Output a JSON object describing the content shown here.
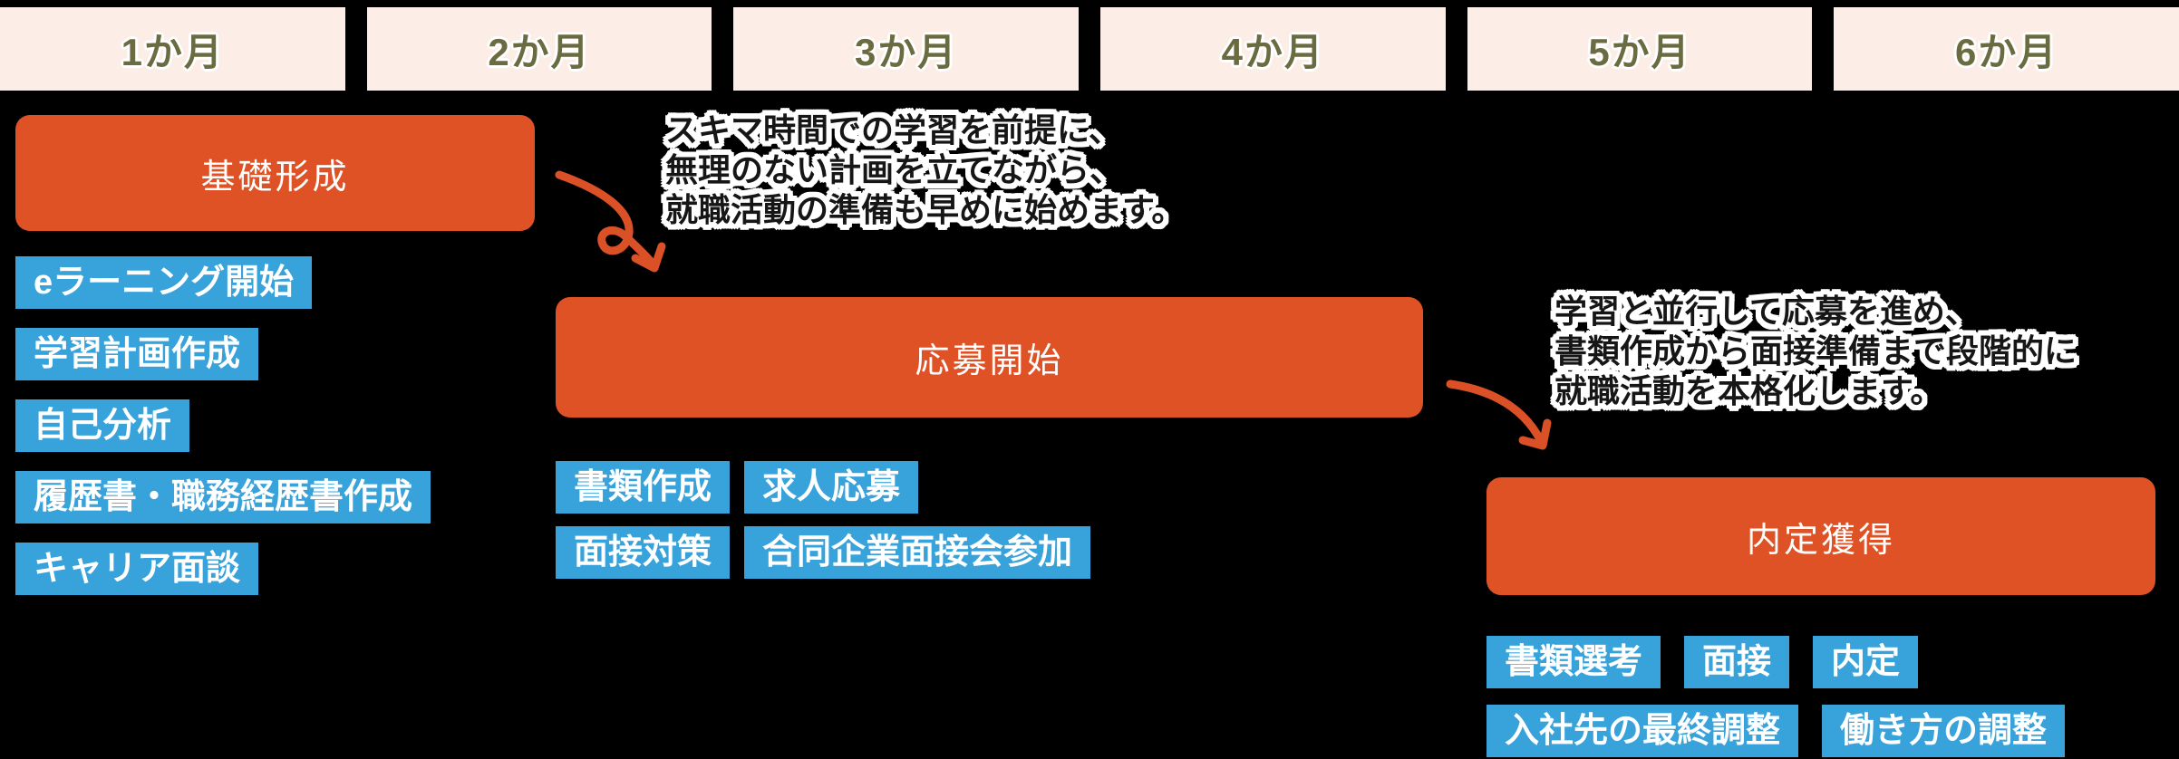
{
  "months": [
    "1か月",
    "2か月",
    "3か月",
    "4か月",
    "5か月",
    "6か月"
  ],
  "phases": [
    {
      "title": "基礎形成",
      "tags": [
        "eラーニング開始",
        "学習計画作成",
        "自己分析",
        "履歴書・職務経歴書作成",
        "キャリア面談"
      ]
    },
    {
      "title": "応募開始",
      "tags": [
        "書類作成",
        "求人応募",
        "面接対策",
        "合同企業面接会参加"
      ]
    },
    {
      "title": "内定獲得",
      "tags": [
        "書類選考",
        "面接",
        "内定",
        "入社先の最終調整",
        "働き方の調整"
      ]
    }
  ],
  "annotations": [
    {
      "lines": [
        "スキマ時間での学習を前提に、",
        "無理のない計画を立てながら、",
        "就職活動の準備も早めに始めます。"
      ]
    },
    {
      "lines": [
        "学習と並行して応募を進め、",
        "書類作成から面接準備まで段階的に",
        "就職活動を本格化します。"
      ]
    }
  ],
  "icons": {
    "arrow_1": "curved-loop-arrow-down-right",
    "arrow_2": "curved-arrow-down-right"
  },
  "colors": {
    "background": "#000000",
    "phase_bar_orange": "#DE5226",
    "tag_blue": "#38A2DB",
    "month_cell_background": "#FCEEE7",
    "month_text_olive": "#6B6B42",
    "arrow_orange": "#DB5127",
    "note_text": "#161616",
    "note_halo": "#FFFFFF"
  }
}
